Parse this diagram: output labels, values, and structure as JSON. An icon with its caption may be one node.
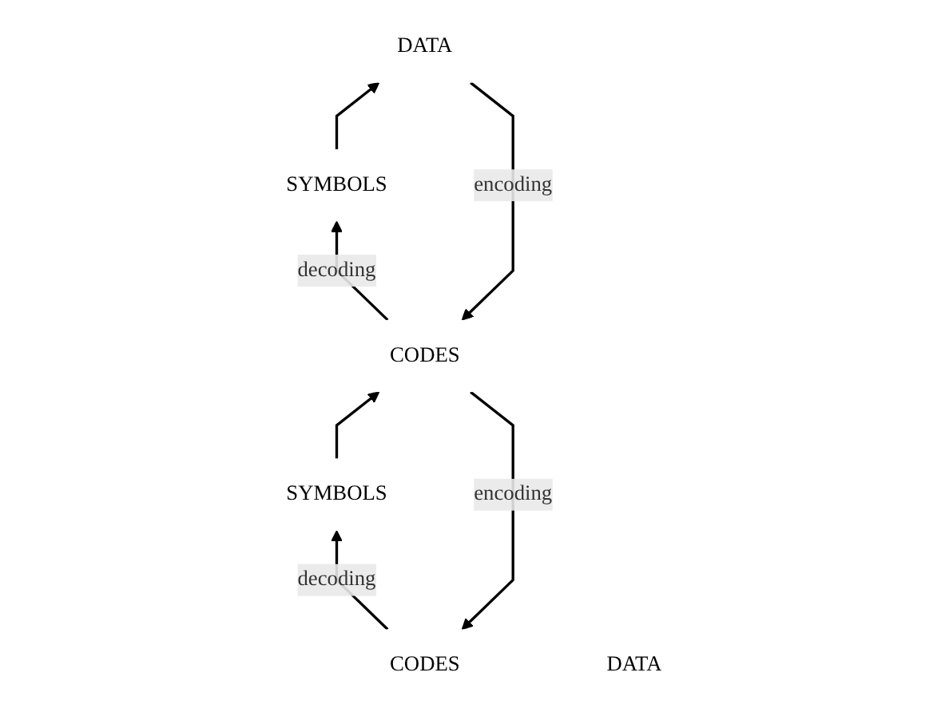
{
  "diagram": {
    "nodes": [
      {
        "text": [
          "CODES"
        ]
      },
      {
        "text": [
          "CODES"
        ]
      },
      {
        "text": [
          "DATA"
        ]
      },
      {
        "text": [
          "SYMBOLS"
        ]
      },
      {
        "text": [
          "SYMBOLS"
        ]
      },
      {
        "text": [
          "DATA"
        ]
      }
    ],
    "edges": [
      {
        "from": 5,
        "to": 1,
        "arrow": "to",
        "label": "encoding"
      },
      {
        "from": 1,
        "to": 4,
        "arrow": "to",
        "label": "decoding"
      },
      {
        "from": 4,
        "to": 5,
        "arrow": "to"
      },
      {
        "from": 1,
        "to": 0,
        "arrow": "to",
        "label": "encoding"
      },
      {
        "from": 0,
        "to": 3,
        "arrow": "to",
        "label": "decoding"
      },
      {
        "from": 3,
        "to": 1,
        "arrow": "to"
      }
    ]
  }
}
